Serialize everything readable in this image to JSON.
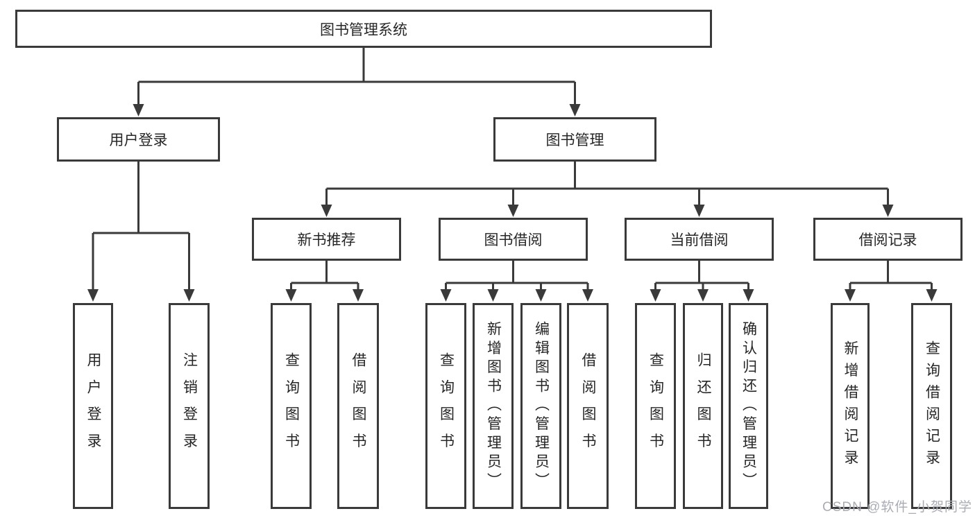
{
  "diagram": {
    "root": {
      "label": "图书管理系统"
    },
    "level2": [
      {
        "label": "用户登录"
      },
      {
        "label": "图书管理"
      }
    ],
    "level3": [
      {
        "label": "新书推荐"
      },
      {
        "label": "图书借阅"
      },
      {
        "label": "当前借阅"
      },
      {
        "label": "借阅记录"
      }
    ],
    "leaves": [
      {
        "group": "用户登录",
        "items": [
          "用户登录",
          "注销登录"
        ]
      },
      {
        "group": "新书推荐",
        "items": [
          "查询图书",
          "借阅图书"
        ]
      },
      {
        "group": "图书借阅",
        "items": [
          "查询图书",
          "新增图书（管理员）",
          "编辑图书（管理员）",
          "借阅图书"
        ]
      },
      {
        "group": "当前借阅",
        "items": [
          "查询图书",
          "归还图书",
          "确认归还（管理员）"
        ]
      },
      {
        "group": "借阅记录",
        "items": [
          "新增借阅记录",
          "查询借阅记录"
        ]
      }
    ]
  },
  "watermark": "CSDN @软件_小贺同学",
  "colors": {
    "line": "#3a3a3a",
    "text": "#262626",
    "watermark": "#a9adb3",
    "background": "#ffffff"
  }
}
